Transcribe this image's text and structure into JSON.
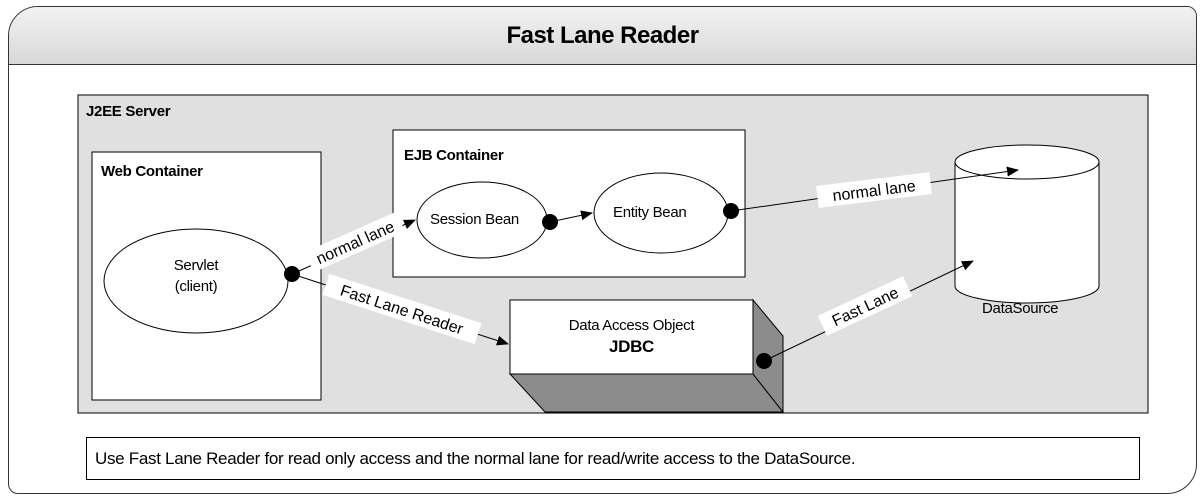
{
  "title": "Fast Lane Reader",
  "server": {
    "label": "J2EE Server"
  },
  "web_container": {
    "label": "Web Container"
  },
  "ejb_container": {
    "label": "EJB Container"
  },
  "servlet": {
    "line1": "Servlet",
    "line2": "(client)"
  },
  "session_bean": {
    "label": "Session Bean"
  },
  "entity_bean": {
    "label": "Entity Bean"
  },
  "dao": {
    "line1": "Data Access Object",
    "line2": "JDBC"
  },
  "datasource": {
    "label": "DataSource"
  },
  "edges": {
    "normal_lane_servlet": "normal lane",
    "fast_lane_reader": "Fast Lane Reader",
    "normal_lane_entity": "normal lane",
    "fast_lane": "Fast Lane"
  },
  "caption": "Use Fast Lane Reader for read only access and the normal lane for  read/write access to the DataSource.",
  "colors": {
    "server_bg": "#e0e0e0",
    "shadow": "#8c8c8c",
    "title_bg": "#e4e4e4"
  }
}
